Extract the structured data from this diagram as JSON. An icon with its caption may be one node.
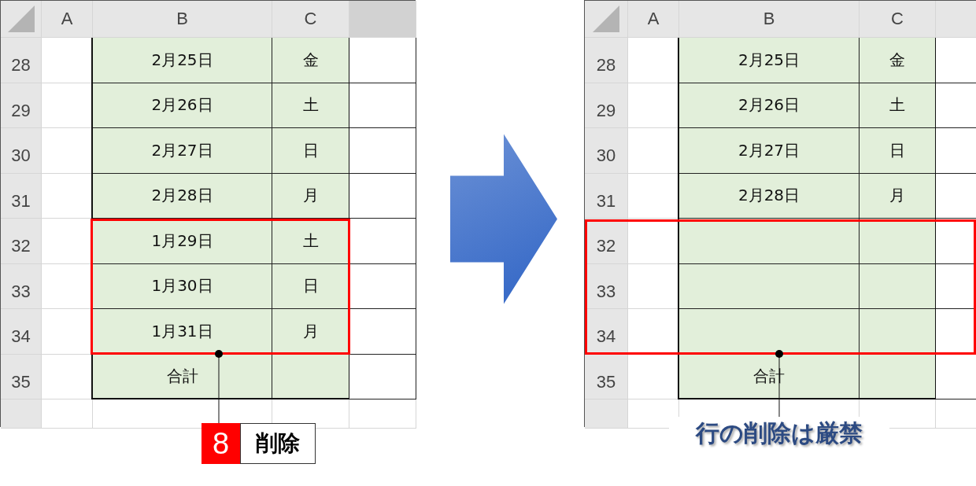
{
  "diagram": {
    "nodes": [
      {
        "text": [],
        "shape": "picture"
      },
      {
        "text": [],
        "shape": "box",
        "in": 0
      },
      {
        "text": [
          "8",
          "削除"
        ]
      },
      {
        "text": [],
        "shape": "picture"
      },
      {
        "text": [],
        "shape": "box",
        "in": 3
      },
      {
        "text": [
          "行の削除は厳禁"
        ]
      }
    ],
    "edges": [
      {
        "from": 0,
        "to": 3,
        "arrow": "to",
        "style": "thick",
        "color": "#3a6cc8"
      },
      {
        "from": 2,
        "to": 1,
        "arrow": "other"
      },
      {
        "from": 5,
        "to": 4,
        "arrow": "other"
      }
    ],
    "labels": [
      "A",
      "B",
      "C",
      "28",
      "2月25日",
      "金",
      "29",
      "2月26日",
      "土",
      "30",
      "2月27日",
      "日",
      "31",
      "2月28日",
      "月",
      "32",
      "1月29日",
      "土",
      "33",
      "1月30日",
      "日",
      "34",
      "1月31日",
      "月",
      "35",
      "合計",
      "A",
      "B",
      "C",
      "28",
      "2月25日",
      "金",
      "29",
      "2月26日",
      "土",
      "30",
      "2月27日",
      "日",
      "31",
      "2月28日",
      "月",
      "32",
      "33",
      "34",
      "35",
      "合計"
    ]
  }
}
